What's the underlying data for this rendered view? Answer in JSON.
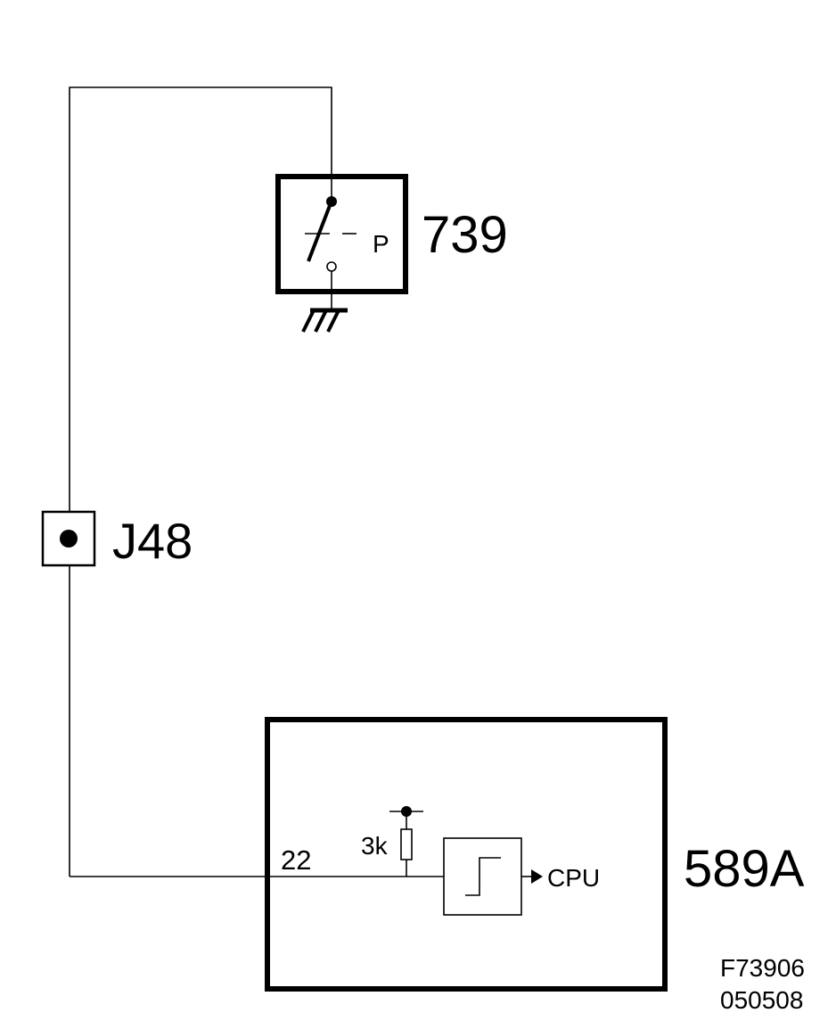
{
  "diagram": {
    "components": {
      "pressure_switch": {
        "id": "739",
        "symbol_letter": "P"
      },
      "connector": {
        "id": "J48"
      },
      "control_unit": {
        "id": "589A",
        "pin": "22",
        "resistor": "3k",
        "output": "CPU"
      }
    },
    "reference": {
      "code": "F73906",
      "date": "050508"
    }
  }
}
